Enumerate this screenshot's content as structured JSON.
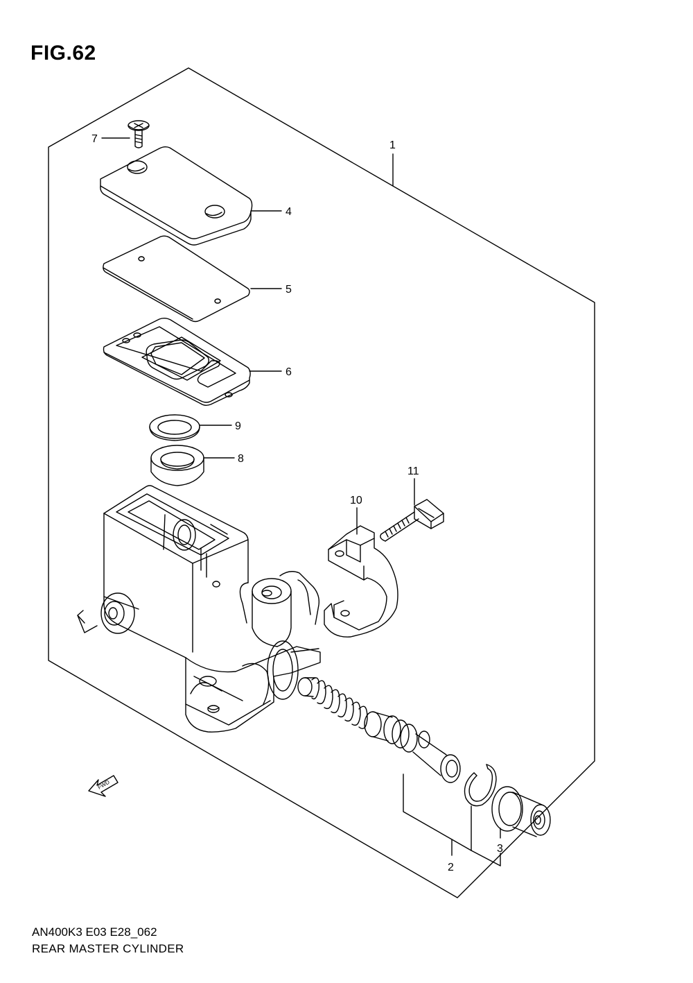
{
  "figure": {
    "title": "FIG.62",
    "model_code": "AN400K3 E03 E28_062",
    "caption": "REAR MASTER CYLINDER"
  },
  "callouts": [
    {
      "id": "callout-1",
      "label": "1"
    },
    {
      "id": "callout-2",
      "label": "2"
    },
    {
      "id": "callout-3",
      "label": "3"
    },
    {
      "id": "callout-4",
      "label": "4"
    },
    {
      "id": "callout-5",
      "label": "5"
    },
    {
      "id": "callout-6",
      "label": "6"
    },
    {
      "id": "callout-7",
      "label": "7"
    },
    {
      "id": "callout-8",
      "label": "8"
    },
    {
      "id": "callout-9",
      "label": "9"
    },
    {
      "id": "callout-10",
      "label": "10"
    },
    {
      "id": "callout-11",
      "label": "11"
    }
  ],
  "fwd_marker": {
    "label": "FWD",
    "icon": "arrow-fwd-icon"
  }
}
